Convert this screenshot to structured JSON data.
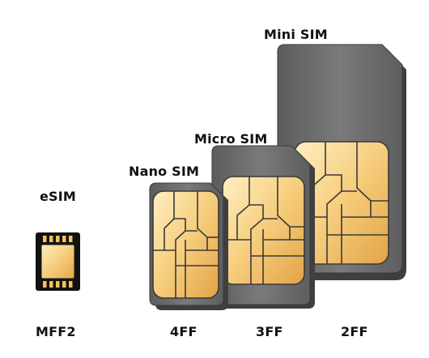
{
  "labels": {
    "mini": "Mini SIM",
    "micro": "Micro SIM",
    "nano": "Nano SIM",
    "esim": "eSIM",
    "mff2": "MFF2",
    "ff4": "4FF",
    "ff3": "3FF",
    "ff2": "2FF"
  },
  "colors": {
    "card_body": "#6e6e6e",
    "card_edge": "#4a4a4a",
    "chip_gold_light": "#ffe7a8",
    "chip_gold_dark": "#e3a94a",
    "chip_line": "#3a3a3a",
    "esim_body": "#1a1a1a",
    "text": "#111111"
  },
  "icons": [
    "mini-sim-card-icon",
    "micro-sim-card-icon",
    "nano-sim-card-icon",
    "esim-chip-icon"
  ]
}
